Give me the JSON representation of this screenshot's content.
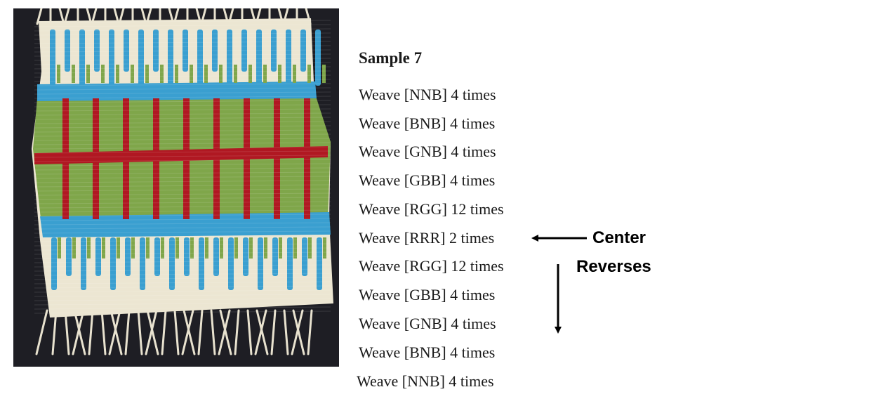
{
  "sample_title": "Sample 7",
  "steps": [
    "Weave [NNB] 4 times",
    "Weave [BNB] 4 times",
    "Weave [GNB] 4 times",
    "Weave [GBB] 4 times",
    "Weave [RGG] 12 times",
    "Weave [RRR] 2 times",
    "Weave [RGG] 12 times",
    "Weave [GBB] 4 times",
    "Weave [GNB] 4 times",
    "Weave [BNB] 4 times",
    "Weave [NNB] 4 times"
  ],
  "annotation": {
    "center": "Center",
    "reverses": "Reverses"
  },
  "colors": {
    "natural": "#ece6d2",
    "blue": "#3a9fd0",
    "green": "#7fa64a",
    "red": "#b01822",
    "background": "#1e1e24"
  }
}
